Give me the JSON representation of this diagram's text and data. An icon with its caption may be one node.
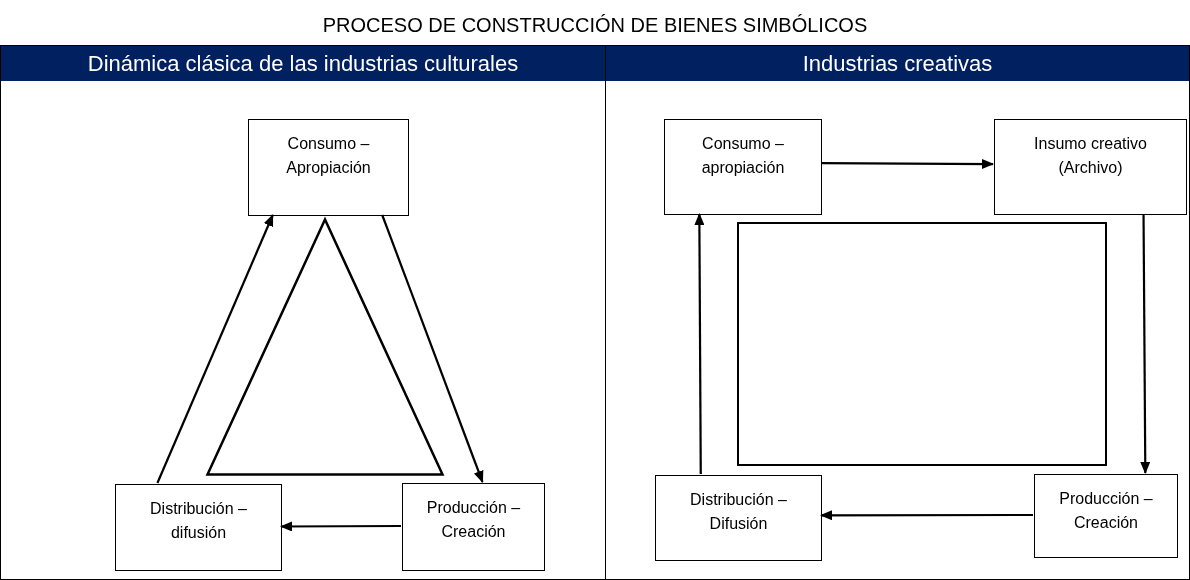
{
  "diagram": {
    "title": "PROCESO DE CONSTRUCCIÓN DE BIENES SIMBÓLICOS",
    "nodes": [
      {
        "text": [
          "Dinámica clásica de las industrias culturales"
        ]
      },
      {
        "text": [
          "Consumo – Apropiación"
        ],
        "in": 0
      },
      {
        "text": [],
        "shape": "triangle",
        "in": 0
      },
      {
        "text": [
          "Distribución – difusión"
        ],
        "in": 0
      },
      {
        "text": [
          "Producción – Creación"
        ],
        "in": 0
      },
      {
        "text": [
          "Industrias creativas"
        ]
      },
      {
        "text": [
          "Consumo – apropiación"
        ],
        "in": 5
      },
      {
        "text": [
          "Insumo creativo (Archivo)"
        ],
        "in": 5
      },
      {
        "text": [],
        "shape": "box",
        "in": 5
      },
      {
        "text": [
          "Distribución – Difusión"
        ],
        "in": 5
      },
      {
        "text": [
          "Producción – Creación"
        ],
        "in": 5
      }
    ],
    "edges": [
      {
        "from": 3,
        "to": 1,
        "arrow": "to"
      },
      {
        "from": 1,
        "to": 4,
        "arrow": "to"
      },
      {
        "from": 4,
        "to": 3,
        "arrow": "to"
      },
      {
        "from": 6,
        "to": 7,
        "arrow": "to"
      },
      {
        "from": 7,
        "to": 10,
        "arrow": "to"
      },
      {
        "from": 10,
        "to": 9,
        "arrow": "to"
      },
      {
        "from": 9,
        "to": 6,
        "arrow": "to"
      }
    ]
  }
}
